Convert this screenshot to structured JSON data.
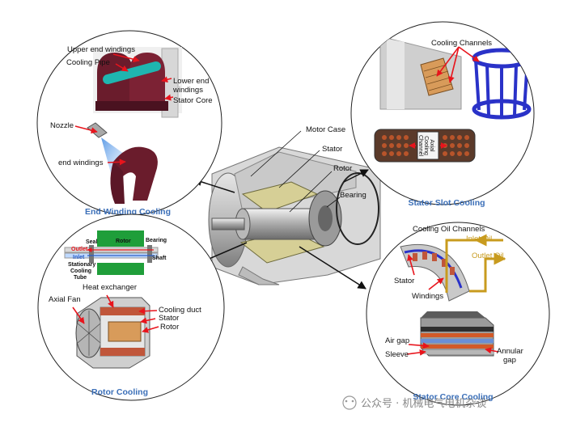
{
  "center": {
    "motor_case": "Motor Case",
    "stator": "Stator",
    "rotor": "Rotor",
    "bearing": "Bearing"
  },
  "end_winding": {
    "title": "End Winding Cooling",
    "upper_end_windings": "Upper end windings",
    "cooling_pipe": "Cooling Pipe",
    "lower_end_windings_1": "Lower end",
    "lower_end_windings_2": "windings",
    "stator_core": "Stator Core",
    "nozzle": "Nozzle",
    "end_windings": "end windings"
  },
  "stator_slot": {
    "title": "Stator Slot Cooling",
    "cooling_channels": "Cooling Channels",
    "axial_1": "Axial",
    "axial_2": "Cooling",
    "axial_3": "Channel"
  },
  "rotor_cooling": {
    "title": "Rotor Cooling",
    "seal": "Seal",
    "rotor": "Rotor",
    "bearing": "Bearing",
    "outlet": "Outlet",
    "inlet": "Inlet",
    "shaft": "Shaft",
    "stationary_1": "Stationary",
    "stationary_2": "Cooling",
    "stationary_3": "Tube",
    "heat_exchanger": "Heat exchanger",
    "axial_fan": "Axial Fan",
    "cooling_duct": "Cooling duct",
    "stator": "Stator",
    "rotor2": "Rotor"
  },
  "stator_core": {
    "title": "Stator Core Cooling",
    "cooling_oil_channels": "Cooling Oil Channels",
    "inlet_oil": "Inlet Oil",
    "outlet_oil": "Outlet Oil",
    "stator": "Stator",
    "windings": "Windings",
    "air_gap": "Air gap",
    "sleeve": "Sleeve",
    "annular_1": "Annular",
    "annular_2": "gap"
  },
  "watermark": "公众号 · 机械电气电机杂谈",
  "colors": {
    "title_blue": "#3b6fb8",
    "arrow_red": "#e8141c",
    "oil_gold": "#c89b1e",
    "channel_blue": "#2a32c8"
  }
}
